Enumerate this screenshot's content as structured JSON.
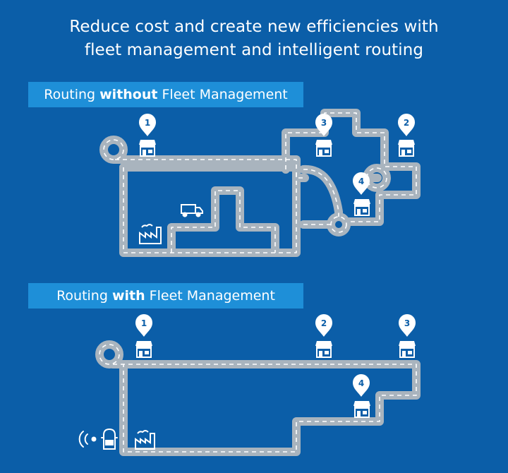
{
  "headline": {
    "line1": "Reduce cost and create new efficiencies with",
    "line2": "fleet management and intelligent routing"
  },
  "panels": {
    "without": {
      "prefix": "Routing ",
      "emphasis": "without",
      "suffix": " Fleet Management"
    },
    "with": {
      "prefix": "Routing ",
      "emphasis": "with",
      "suffix": " Fleet Management"
    }
  },
  "stops_without": [
    "1",
    "3",
    "2",
    "4"
  ],
  "stops_with": [
    "1",
    "2",
    "3",
    "4"
  ],
  "colors": {
    "background": "#0b5ea8",
    "label_bg": "#1e8fd8",
    "road": "#a9b4be",
    "dash": "#ffffff"
  }
}
